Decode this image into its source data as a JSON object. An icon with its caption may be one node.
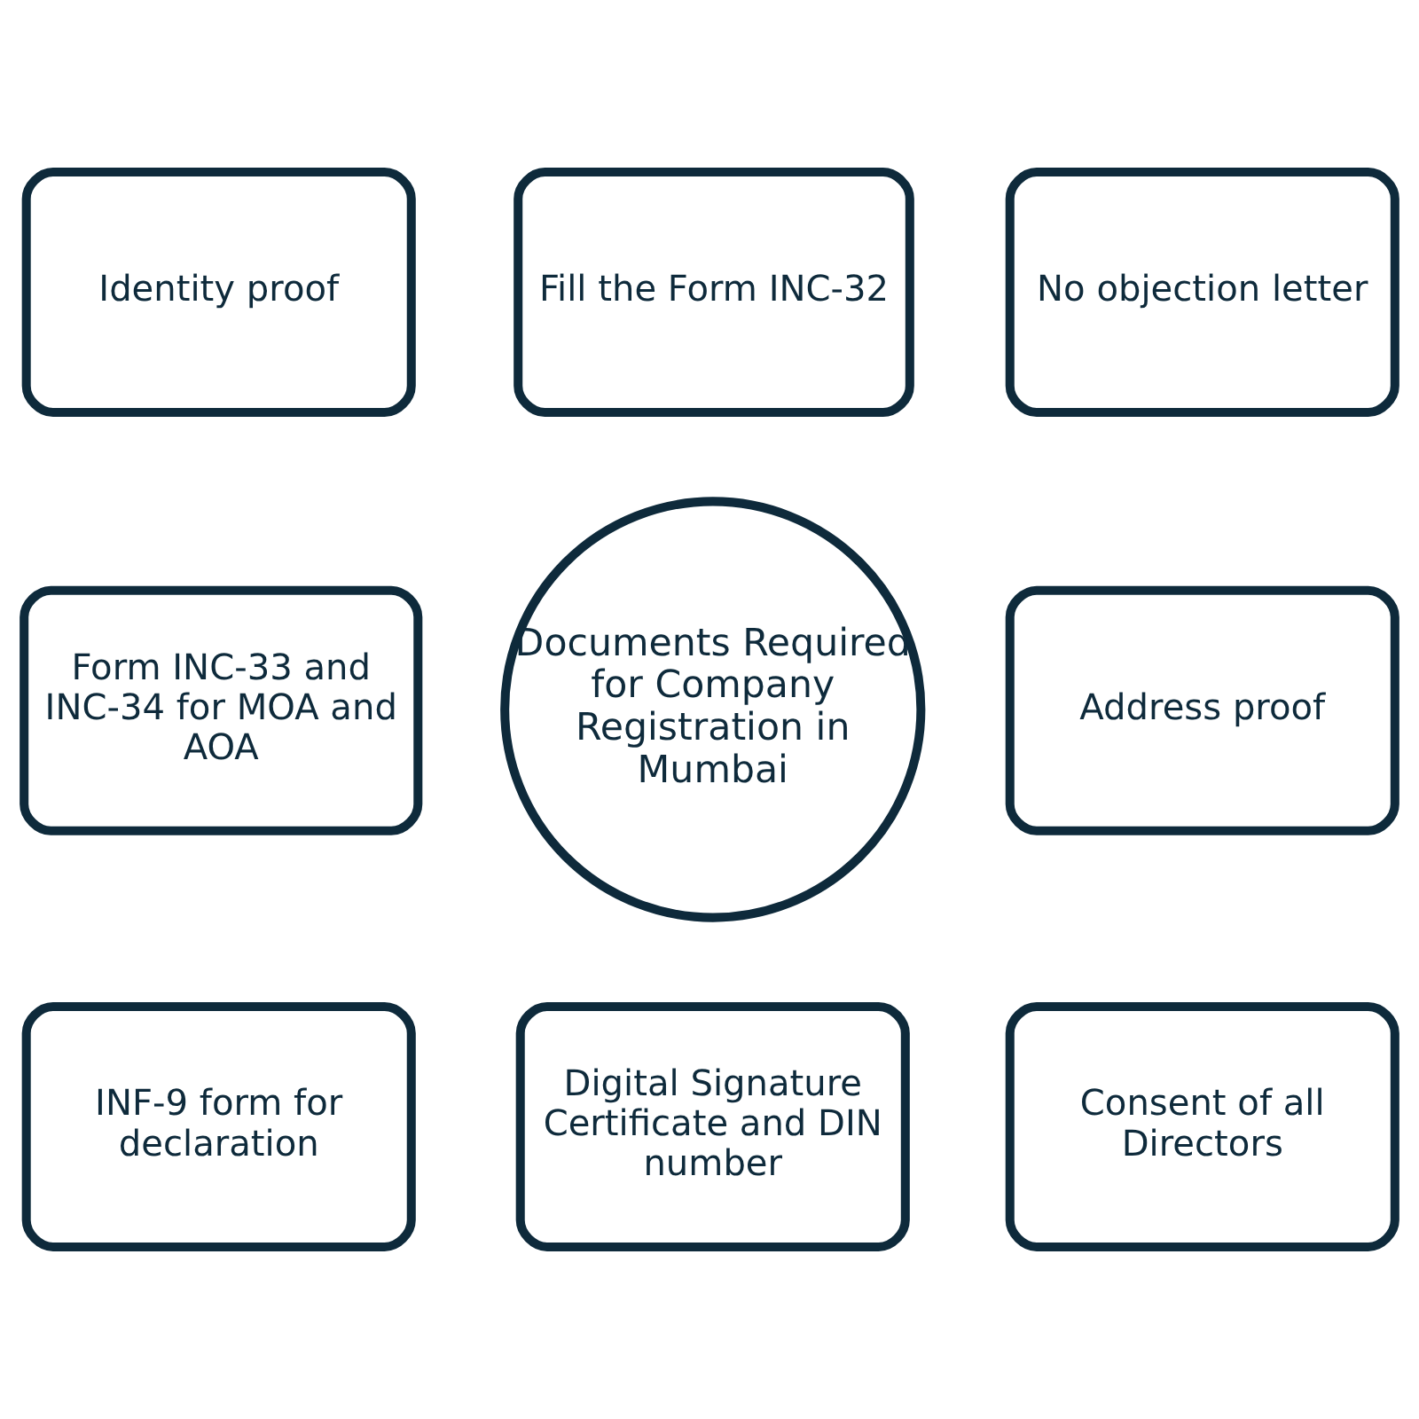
{
  "diagram": {
    "nodes": [
      {
        "text": [
          "Identity proof"
        ]
      },
      {
        "text": [
          "Fill the Form INC-32"
        ]
      },
      {
        "text": [
          "No objection letter"
        ]
      },
      {
        "text": [
          "Form INC-33 and INC-34 for MOA and AOA"
        ]
      },
      {
        "text": [
          "Documents Required for Company Registration in Mumbai"
        ]
      },
      {
        "text": [
          "Address proof"
        ]
      },
      {
        "text": [
          "INF-9 form for declaration"
        ]
      },
      {
        "text": [
          "Digital Signature Certificate and DIN number"
        ]
      },
      {
        "text": [
          "Consent of all Directors"
        ]
      }
    ]
  }
}
